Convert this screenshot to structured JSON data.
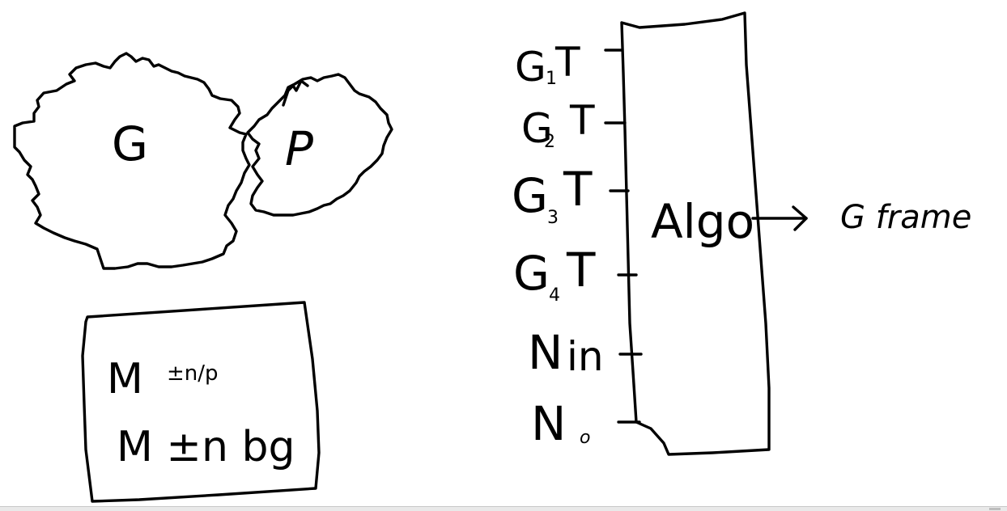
{
  "blob_g": {
    "label": "G"
  },
  "blob_p": {
    "label": "P"
  },
  "note_box": {
    "line1": {
      "base": "M",
      "suffix": "±n/p"
    },
    "line2": "M ±n bg"
  },
  "inputs": [
    {
      "base": "G",
      "sub": "1",
      "tail": "T"
    },
    {
      "base": "G",
      "sub": "2",
      "tail": "T"
    },
    {
      "base": "G",
      "sub": "3",
      "tail": "T"
    },
    {
      "base": "G",
      "sub": "4",
      "tail": "T"
    },
    {
      "base": "N",
      "sub": "in",
      "tail": ""
    },
    {
      "base": "N",
      "sub": "o",
      "tail": ""
    }
  ],
  "algo": {
    "label": "Algo"
  },
  "output": {
    "label": "G frame"
  },
  "ink_color": "#000000"
}
